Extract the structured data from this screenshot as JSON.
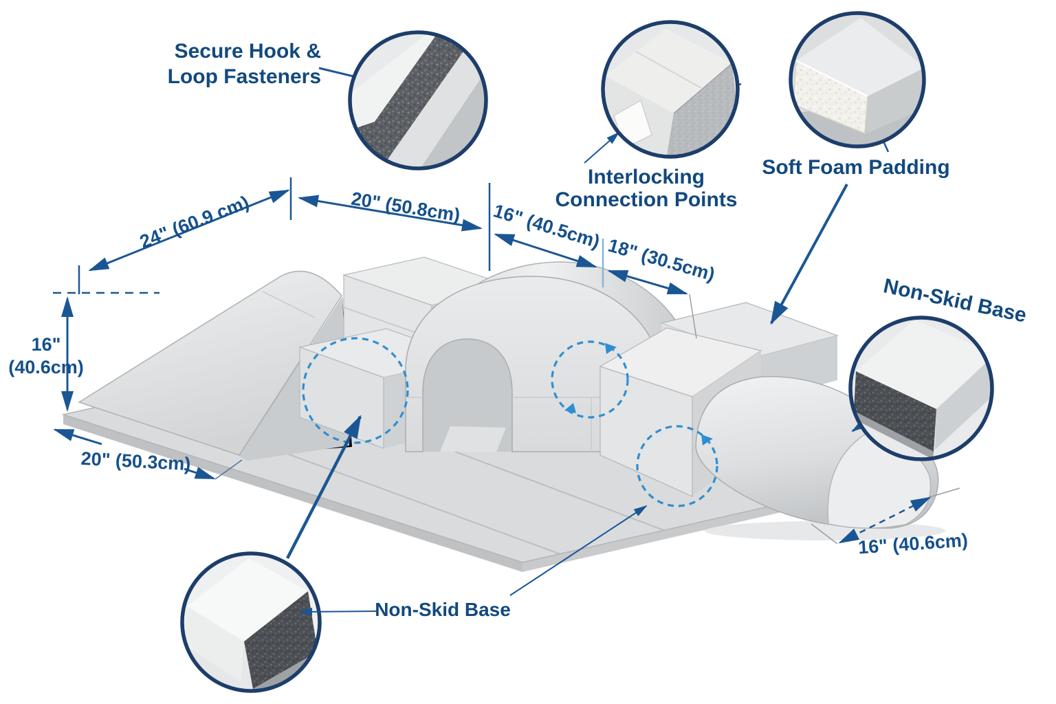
{
  "callouts": {
    "hook_loop_line1": "Secure Hook &",
    "hook_loop_line2": "Loop Fasteners",
    "interlocking_line1": "Interlocking",
    "interlocking_line2": "Connection Points",
    "soft_foam": "Soft Foam Padding",
    "non_skid_right": "Non-Skid Base",
    "non_skid_bottom": "Non-Skid Base"
  },
  "dimensions": {
    "ramp_length": "24\" (60.9 cm)",
    "top_width": "20\" (50.8cm)",
    "arch_width": "16\" (40.5cm)",
    "arch_depth": "18\" (30.5cm)",
    "height_in": "16\"",
    "height_cm": "(40.6cm)",
    "mat_depth": "20\" (50.3cm)",
    "roller_width": "16\" (40.6cm)"
  },
  "colors": {
    "label_navy": "#12497e",
    "dimension_navy": "#15508c",
    "arrow_navy": "#1b5694",
    "dashed_circle_blue": "#2e8ed0",
    "circle_border_navy": "#1d3e6b",
    "foam_light_gray": "#e6e7e8",
    "velcro_dark_gray": "#5b5e62"
  }
}
